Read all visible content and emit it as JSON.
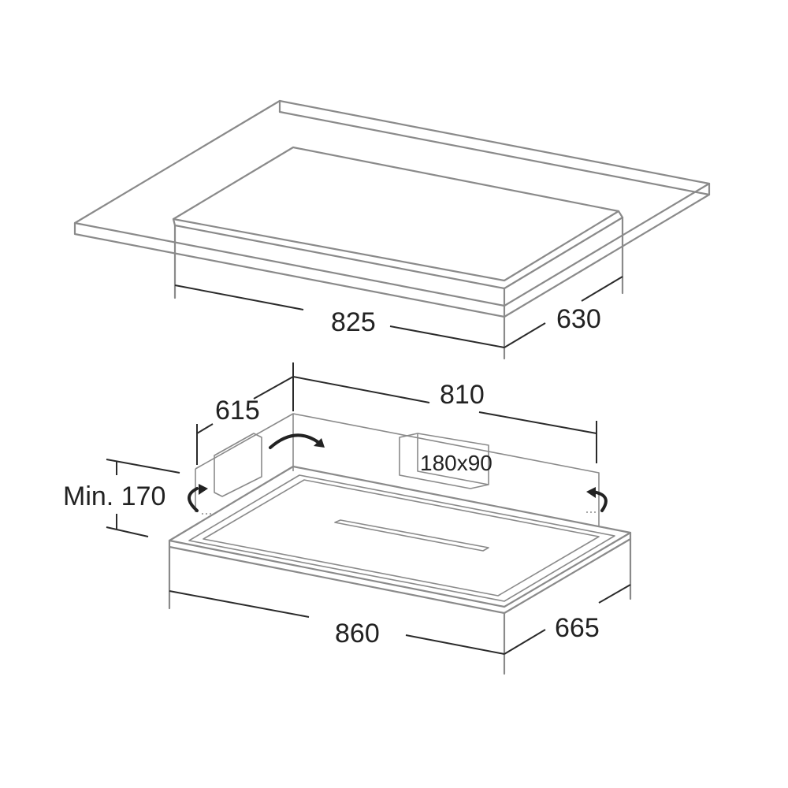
{
  "dimensions": {
    "cutout_length": "825",
    "cutout_width": "630",
    "body_length": "810",
    "body_width": "615",
    "min_height": "Min. 170",
    "outlet_size": "180x90",
    "frame_length": "860",
    "frame_width": "665"
  },
  "colors": {
    "outline": "#8a8a8a",
    "dimension_line": "#2a2a2a",
    "text": "#222222"
  }
}
